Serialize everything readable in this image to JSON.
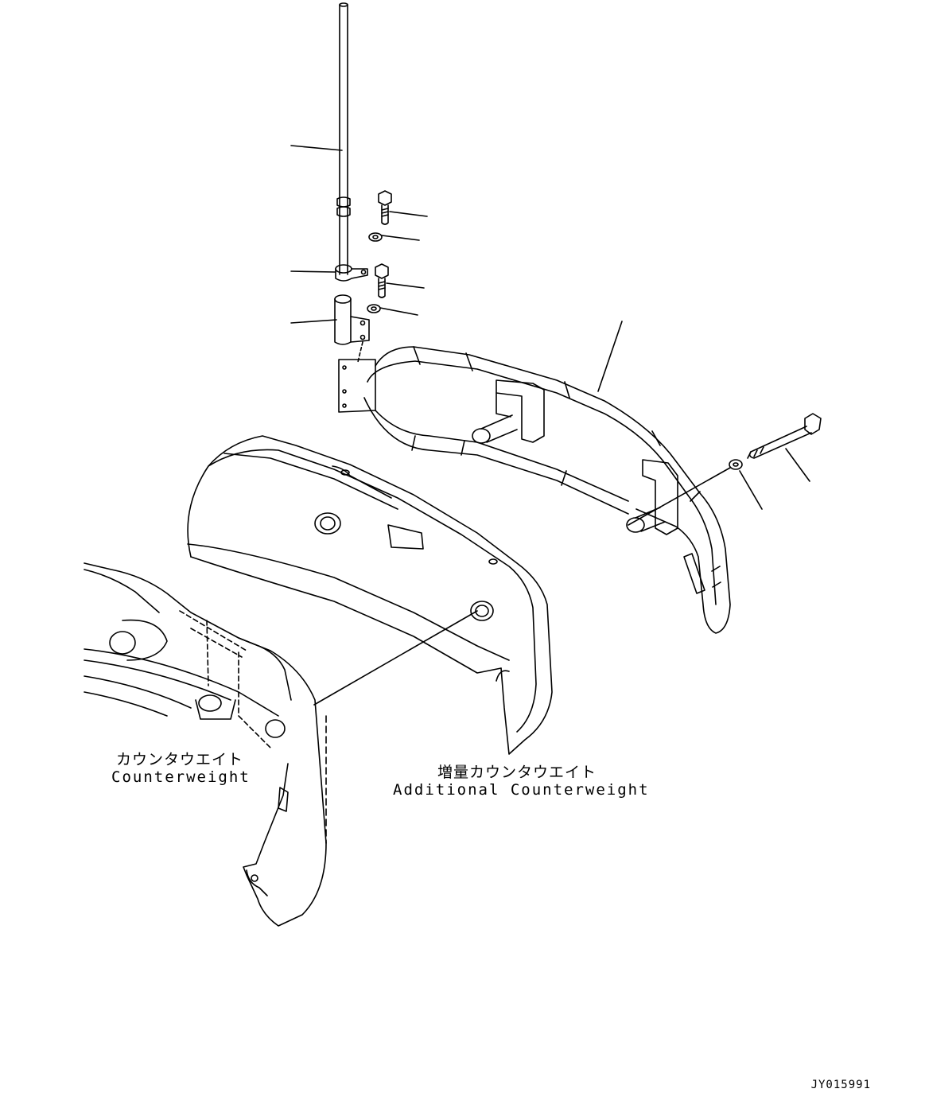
{
  "labels": {
    "counterweight_jp": "カウンタウエイト",
    "counterweight_en": "Counterweight",
    "additional_counterweight_jp": "増量カウンタウエイト",
    "additional_counterweight_en": "Additional Counterweight"
  },
  "drawing_code": "JY015991",
  "colors": {
    "line": "#000000",
    "background": "#ffffff"
  }
}
